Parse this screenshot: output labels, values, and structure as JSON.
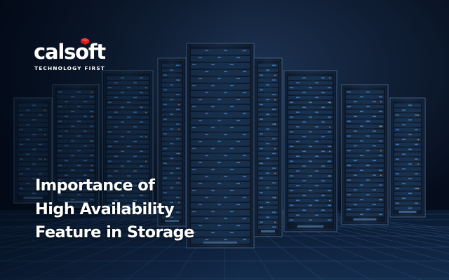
{
  "brand": {
    "name": "calsoft",
    "tagline": "TECHNOLOGY FIRST",
    "accent_color": "#e01f26",
    "mark_icon": "red-cube-icon"
  },
  "headline": {
    "lines": [
      "Importance of",
      "High Availability",
      "Feature in Storage"
    ]
  },
  "background": {
    "subject": "server-racks",
    "base_color": "#050d1c",
    "glow_color": "#1d3352"
  }
}
